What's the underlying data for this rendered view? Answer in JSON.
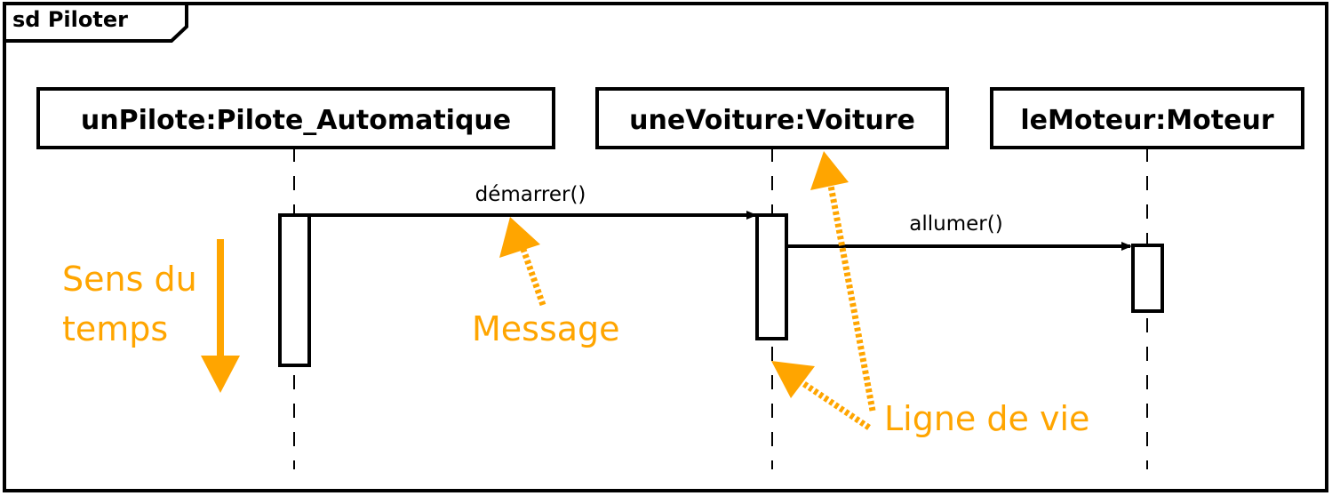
{
  "frame": {
    "label": "sd Piloter"
  },
  "lifelines": [
    {
      "name": "unPilote:Pilote_Automatique"
    },
    {
      "name": "uneVoiture:Voiture"
    },
    {
      "name": "leMoteur:Moteur"
    }
  ],
  "messages": [
    {
      "label": "démarrer()",
      "from": "unPilote:Pilote_Automatique",
      "to": "uneVoiture:Voiture"
    },
    {
      "label": "allumer()",
      "from": "uneVoiture:Voiture",
      "to": "leMoteur:Moteur"
    }
  ],
  "annotations": {
    "time": {
      "line1": "Sens du",
      "line2": "temps"
    },
    "message": "Message",
    "lifeline": "Ligne de vie"
  },
  "colors": {
    "ink": "#000000",
    "annotation": "#ffa500",
    "background": "#ffffff"
  }
}
